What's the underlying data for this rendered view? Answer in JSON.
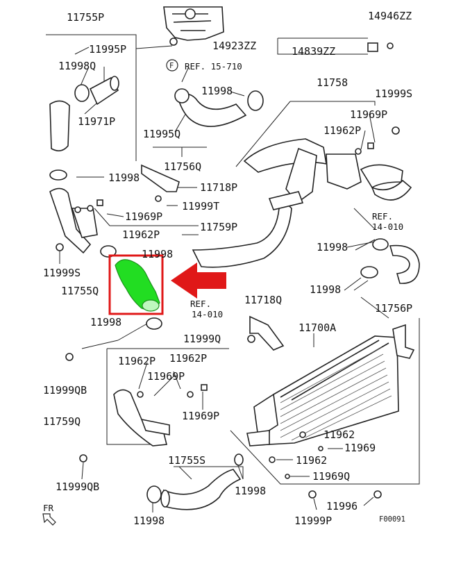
{
  "labels": {
    "l_11755P": "11755P",
    "l_14946ZZ": "14946ZZ",
    "l_11995P": "11995P",
    "l_14923ZZ": "14923ZZ",
    "l_14839ZZ": "14839ZZ",
    "l_11998Q": "11998Q",
    "l_F": "F",
    "l_ref15710": "REF. 15-710",
    "l_11998_a": "11998",
    "l_11758": "11758",
    "l_11999S_a": "11999S",
    "l_11971P": "11971P",
    "l_11969P_a": "11969P",
    "l_11995Q": "11995Q",
    "l_11962P_a": "11962P",
    "l_11756Q": "11756Q",
    "l_11998_b": "11998",
    "l_11718P": "11718P",
    "l_11999T": "11999T",
    "l_11969P_b": "11969P",
    "l_11962P_b": "11962P",
    "l_11759P": "11759P",
    "l_ref14010_a1": "REF.",
    "l_ref14010_a2": "14-010",
    "l_11998_c": "11998",
    "l_11999S_b": "11999S",
    "l_11998_d": "11998",
    "l_11998_e": "11998",
    "l_11755Q": "11755Q",
    "l_ref14010_b1": "REF.",
    "l_ref14010_b2": "14-010",
    "l_11718Q": "11718Q",
    "l_11756P": "11756P",
    "l_11998_f": "11998",
    "l_11700A": "11700A",
    "l_11999Q": "11999Q",
    "l_11962P_c": "11962P",
    "l_11962P_d": "11962P",
    "l_11969P_c": "11969P",
    "l_11999QB_a": "11999QB",
    "l_11969P_d": "11969P",
    "l_11759Q": "11759Q",
    "l_11962_a": "11962",
    "l_11969": "11969",
    "l_11755S": "11755S",
    "l_11962_b": "11962",
    "l_11999QB_b": "11999QB",
    "l_11998_g": "11998",
    "l_11969Q": "11969Q",
    "l_11996": "11996",
    "l_fr": "FR",
    "l_11998_h": "11998",
    "l_11999P": "11999P",
    "l_F00091": "F00091"
  },
  "colors": {
    "highlight_green": "#22dd22",
    "highlight_box": "#e01818",
    "arrow_red": "#e01818"
  },
  "icons": {
    "callout_arrow": "red-left-arrow-icon",
    "front_arrow": "front-direction-arrow-icon"
  }
}
